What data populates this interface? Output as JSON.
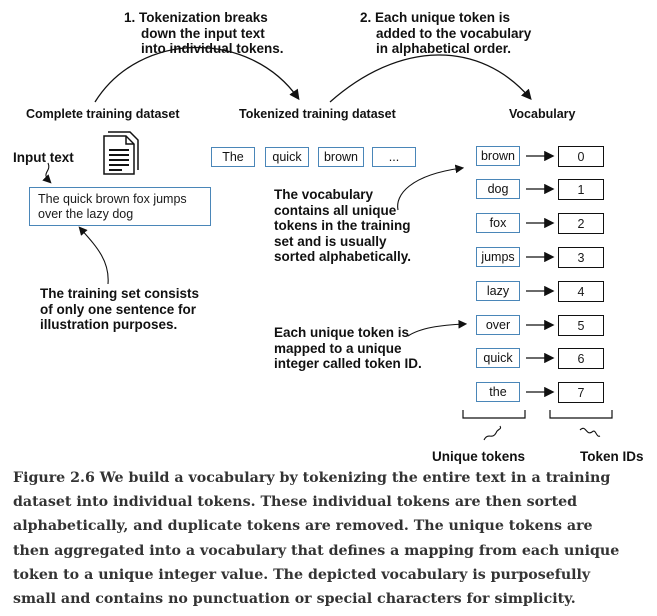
{
  "annotations": {
    "step1": [
      "1. Tokenization breaks",
      "down the input text",
      "into individual tokens."
    ],
    "step2": [
      "2. Each unique token is",
      "added to the vocabulary",
      "in alphabetical order."
    ],
    "vocab_note": [
      "The vocabulary",
      "contains all unique",
      "tokens in the training",
      "set and is usually",
      "sorted alphabetically."
    ],
    "training_note": [
      "The training set consists",
      "of only one sentence for",
      "illustration purposes."
    ],
    "mapping_note": [
      "Each unique token is",
      "mapped to a unique",
      "integer called token ID."
    ]
  },
  "headers": {
    "complete": "Complete training dataset",
    "tokenized": "Tokenized training dataset",
    "vocabulary": "Vocabulary"
  },
  "input_label": "Input text",
  "sentence": [
    "The quick brown fox jumps",
    "over the lazy dog"
  ],
  "tokens": [
    "The",
    "quick",
    "brown",
    "..."
  ],
  "vocabulary": [
    {
      "token": "brown",
      "id": "0"
    },
    {
      "token": "dog",
      "id": "1"
    },
    {
      "token": "fox",
      "id": "2"
    },
    {
      "token": "jumps",
      "id": "3"
    },
    {
      "token": "lazy",
      "id": "4"
    },
    {
      "token": "over",
      "id": "5"
    },
    {
      "token": "quick",
      "id": "6"
    },
    {
      "token": "the",
      "id": "7"
    }
  ],
  "footer_labels": {
    "unique_tokens": "Unique tokens",
    "token_ids": "Token IDs"
  },
  "caption": [
    "Figure 2.6 We build a vocabulary by tokenizing the entire text in a training",
    "dataset into individual tokens. These individual tokens are then sorted",
    "alphabetically, and duplicate tokens are removed. The unique tokens are",
    "then aggregated into a vocabulary that defines a mapping from each unique",
    "token to a unique integer value. The depicted vocabulary is purposefully",
    "small and contains no punctuation or special characters for simplicity."
  ],
  "colors": {
    "box_border": "#4a86b8",
    "text": "#111111",
    "caption": "#333333"
  }
}
